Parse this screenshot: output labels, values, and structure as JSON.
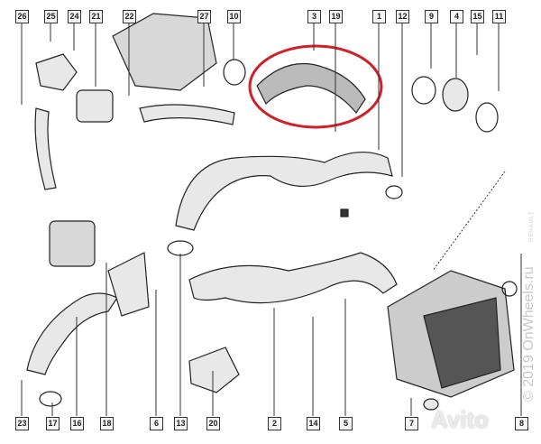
{
  "diagram": {
    "top_callouts": [
      "26",
      "25",
      "24",
      "21",
      "22",
      "27",
      "10",
      "3",
      "19",
      "1",
      "12",
      "9",
      "4",
      "15",
      "11"
    ],
    "bottom_callouts": [
      "23",
      "17",
      "16",
      "18",
      "6",
      "13",
      "20",
      "2",
      "14",
      "5",
      "7",
      "8"
    ],
    "highlight_color": "#d0202a",
    "highlighted_part": "3",
    "watermark": "© 2019 OnWheels.ru",
    "brand_logo": "RENAULT",
    "avito_watermark": "Avito"
  }
}
